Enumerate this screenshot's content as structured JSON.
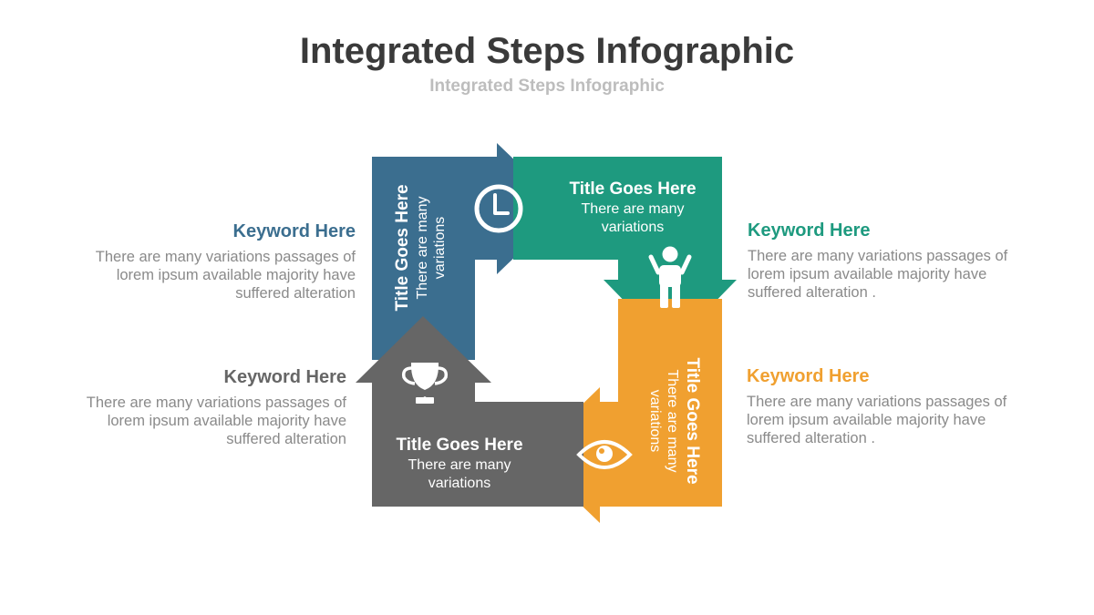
{
  "header": {
    "title": "Integrated Steps Infographic",
    "subtitle": "Integrated Steps Infographic"
  },
  "colors": {
    "blue": "#3b6e8f",
    "green": "#1e9a7f",
    "orange": "#f0a030",
    "gray": "#666666"
  },
  "steps": {
    "blue": {
      "icon": "clock-icon",
      "title": "Title Goes Here",
      "line1": "There are many",
      "line2": "variations"
    },
    "green": {
      "icon": "person-icon",
      "title": "Title Goes Here",
      "line1": "There are many",
      "line2": "variations"
    },
    "orange": {
      "icon": "eye-icon",
      "title": "Title Goes Here",
      "line1": "There are many",
      "line2": "variations"
    },
    "gray": {
      "icon": "trophy-icon",
      "title": "Title Goes Here",
      "line1": "There are many",
      "line2": "variations"
    }
  },
  "sides": {
    "blue": {
      "keyword": "Keyword Here",
      "line1": "There are many variations passages of",
      "line2": "lorem ipsum available  majority have",
      "line3": "suffered alteration"
    },
    "gray": {
      "keyword": "Keyword Here",
      "line1": "There are many variations passages of",
      "line2": "lorem ipsum available  majority have",
      "line3": "suffered alteration"
    },
    "green": {
      "keyword": "Keyword Here",
      "line1": "There are many variations passages of",
      "line2": "lorem ipsum available  majority have",
      "line3": "suffered alteration ."
    },
    "orange": {
      "keyword": "Keyword Here",
      "line1": "There are many variations passages of",
      "line2": "lorem ipsum available  majority have",
      "line3": "suffered alteration ."
    }
  }
}
